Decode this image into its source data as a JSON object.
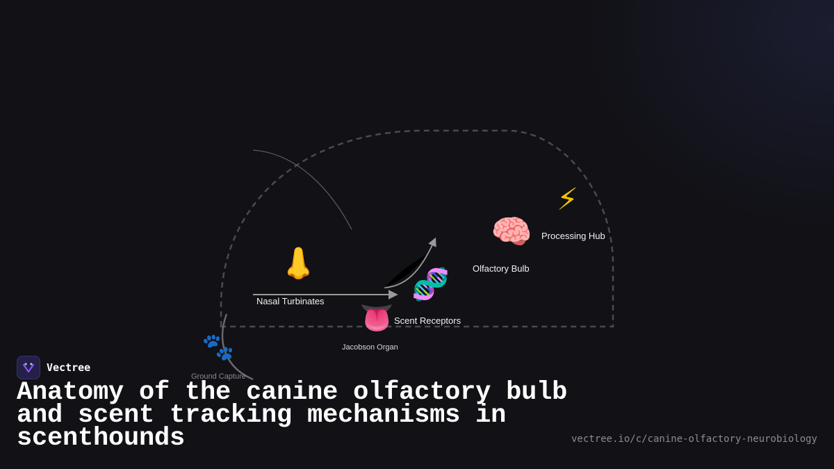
{
  "diagram": {
    "nodes": [
      {
        "id": "nasal",
        "label": "Nasal Turbinates",
        "icon": "nose-icon",
        "glyph": "👃"
      },
      {
        "id": "receptors",
        "label": "Scent Receptors",
        "icon": "dna-icon",
        "glyph": "🧬"
      },
      {
        "id": "bulb",
        "label": "Olfactory Bulb",
        "icon": "brain-icon",
        "glyph": "🧠"
      },
      {
        "id": "hub",
        "label": "Processing Hub",
        "icon": "lightning-icon",
        "glyph": "⚡"
      },
      {
        "id": "jacobson",
        "label": "Jacobson Organ",
        "icon": "tongue-icon",
        "glyph": "👅"
      },
      {
        "id": "ground",
        "label": "Ground Capture",
        "icon": "paw-prints-icon",
        "glyph": "🐾"
      }
    ]
  },
  "brand": {
    "name": "Vectree",
    "logo_icon": "vectree-logo-icon",
    "accent": "#8b5cf6"
  },
  "title": "Anatomy of the canine olfactory bulb and scent tracking mechanisms in scenthounds",
  "url": "vectree.io/c/canine-olfactory-neurobiology",
  "colors": {
    "background": "#111116",
    "text": "#ffffff",
    "muted": "#8b8b95",
    "connector": "#8a8a8a"
  }
}
